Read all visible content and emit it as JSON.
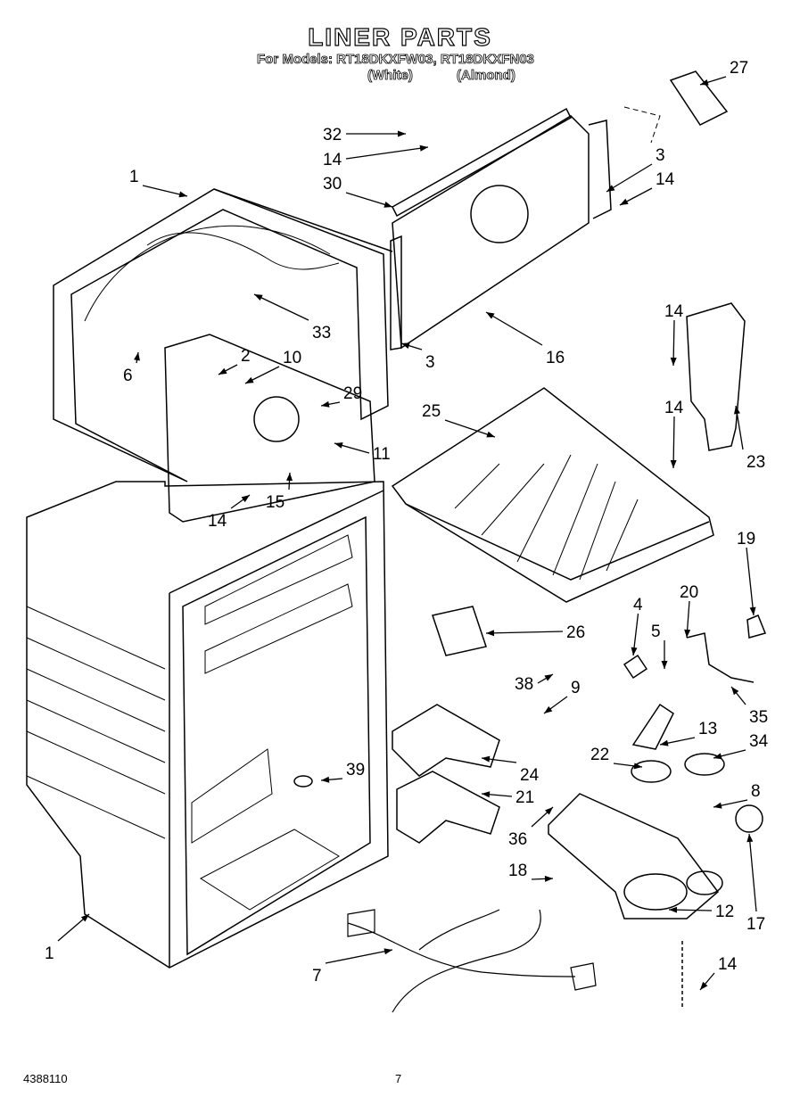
{
  "header": {
    "title": "LINER PARTS",
    "models": "For Models: RT18DKXFW03, RT18DKXFN03",
    "variant_white": "(White)",
    "variant_almond": "(Almond)"
  },
  "callouts": [
    "27",
    "32",
    "14",
    "30",
    "3",
    "14",
    "1",
    "33",
    "16",
    "3",
    "14",
    "2",
    "10",
    "29",
    "6",
    "11",
    "25",
    "23",
    "14",
    "15",
    "14",
    "19",
    "26",
    "4",
    "20",
    "5",
    "38",
    "9",
    "35",
    "13",
    "34",
    "22",
    "24",
    "39",
    "8",
    "21",
    "36",
    "18",
    "12",
    "17",
    "1",
    "7",
    "14"
  ],
  "footer": {
    "part_number": "4388110",
    "page_number": "7"
  }
}
